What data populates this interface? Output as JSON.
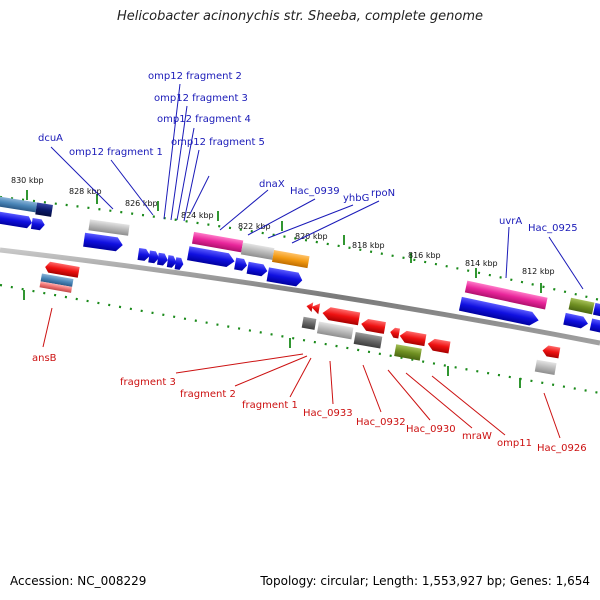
{
  "title": "Helicobacter acinonychis str. Sheeba, complete genome",
  "footer": {
    "accession": "Accession: NC_008229",
    "summary": "Topology: circular; Length: 1,553,927 bp; Genes: 1,654"
  },
  "kbp_labels": [
    "830 kbp",
    "828 kbp",
    "826 kbp",
    "824 kbp",
    "822 kbp",
    "820 kbp",
    "818 kbp",
    "816 kbp",
    "814 kbp",
    "812 kbp"
  ],
  "top_labels": [
    "omp12 fragment 2",
    "omp12 fragment 3",
    "omp12 fragment 4",
    "omp12 fragment 5",
    "omp12 fragment 1",
    "dcuA",
    "dnaX",
    "Hac_0939",
    "yhbG",
    "rpoN",
    "uvrA",
    "Hac_0925"
  ],
  "bottom_labels": [
    "ansB",
    "fragment 3",
    "fragment 2",
    "fragment 1",
    "Hac_0933",
    "Hac_0932",
    "Hac_0930",
    "mraW",
    "omp11",
    "Hac_0926"
  ],
  "colors": {
    "top_label": "#1a1ab8",
    "bottom_label": "#cc1111",
    "backbone": "#808080",
    "tick": "#1a8a1a",
    "gene_blue": "#1010e0",
    "gene_red": "#ee1111",
    "gene_pink": "#e8259a",
    "gene_gray": "#b8b8b8",
    "gene_orange": "#f39a12",
    "gene_olive": "#6f8f22",
    "gene_navy": "#0a1a6a"
  }
}
